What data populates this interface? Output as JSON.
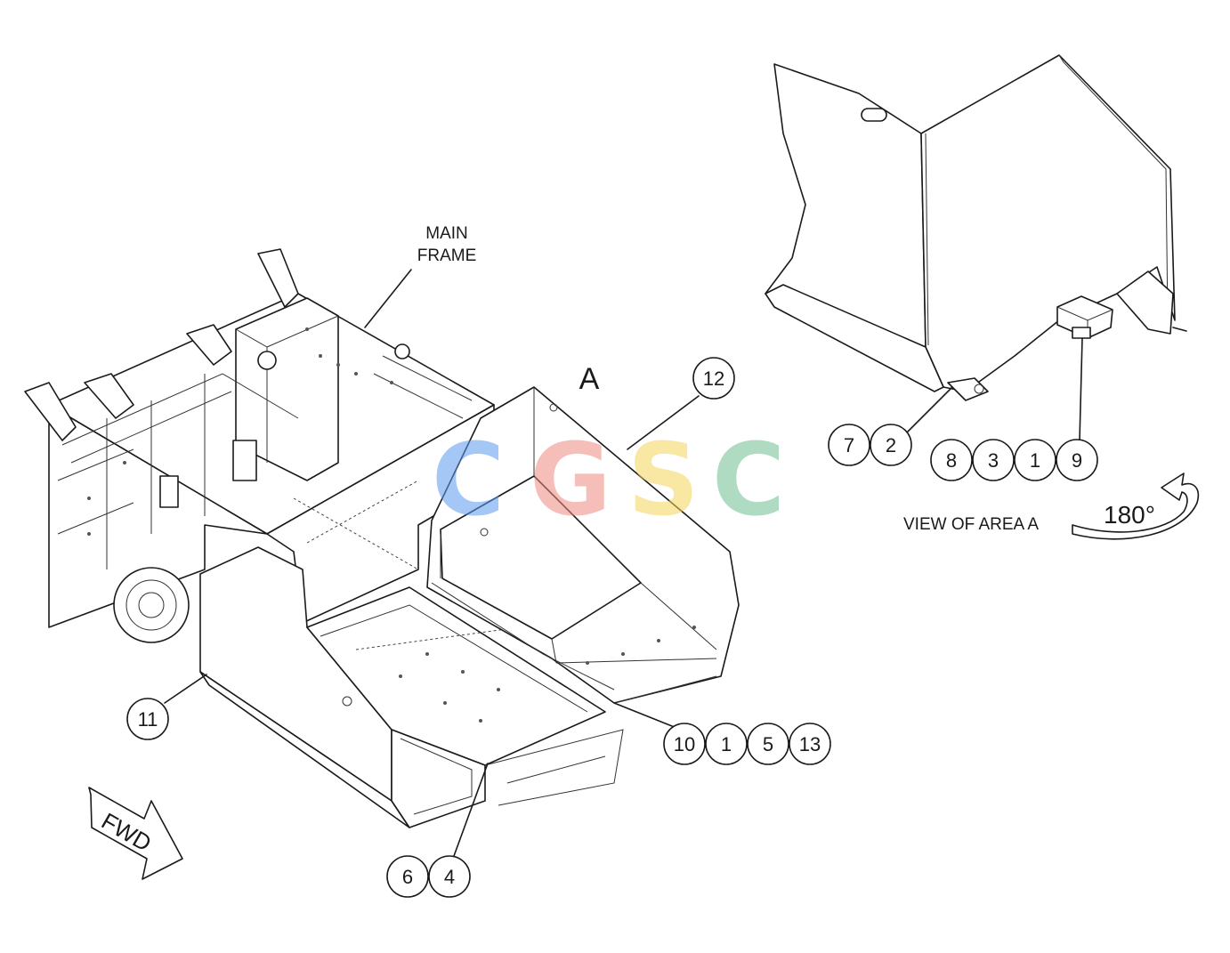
{
  "labels": {
    "main_frame_line1": "MAIN",
    "main_frame_line2": "FRAME",
    "area_letter": "A",
    "view_caption": "VIEW OF AREA A",
    "rotation": "180°",
    "fwd": "FWD"
  },
  "watermark": {
    "letters": [
      "C",
      "G",
      "S",
      "C"
    ],
    "colors": [
      "#5b9bf0",
      "#f08a80",
      "#f5d45a",
      "#6fbf93"
    ]
  },
  "callouts": [
    {
      "id": "c12",
      "num": "12"
    },
    {
      "id": "c7",
      "num": "7"
    },
    {
      "id": "c2",
      "num": "2"
    },
    {
      "id": "c8",
      "num": "8"
    },
    {
      "id": "c3",
      "num": "3"
    },
    {
      "id": "c1a",
      "num": "1"
    },
    {
      "id": "c9",
      "num": "9"
    },
    {
      "id": "c11",
      "num": "11"
    },
    {
      "id": "c10",
      "num": "10"
    },
    {
      "id": "c1b",
      "num": "1"
    },
    {
      "id": "c5",
      "num": "5"
    },
    {
      "id": "c13",
      "num": "13"
    },
    {
      "id": "c6",
      "num": "6"
    },
    {
      "id": "c4",
      "num": "4"
    }
  ]
}
